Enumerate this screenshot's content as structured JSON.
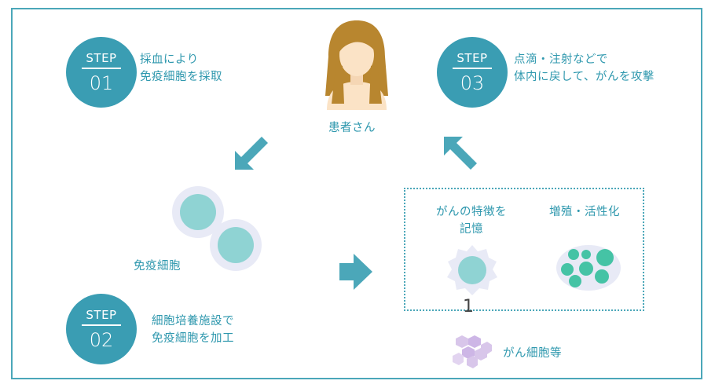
{
  "steps": [
    {
      "word": "STEP",
      "number": "01",
      "lines": [
        "採血により",
        "免疫細胞を採取"
      ]
    },
    {
      "word": "STEP",
      "number": "02",
      "lines": [
        "細胞培養施設で",
        "免疫細胞を加工"
      ]
    },
    {
      "word": "STEP",
      "number": "03",
      "lines": [
        "点滴・注射などで",
        "体内に戻して、がんを攻撃"
      ]
    }
  ],
  "patient": {
    "label": "患者さん"
  },
  "immune_cell": {
    "label": "免疫細胞"
  },
  "activated_box": {
    "left_lines": [
      "がんの特徴を",
      "記憶"
    ],
    "right_label": "増殖・活性化"
  },
  "annotation_number": "1",
  "cancer_cell": {
    "label": "がん細胞等"
  },
  "colors": {
    "brand_teal": "#3a9db3",
    "arrow_teal": "#4ba7b9",
    "cell_fill": "#8fd3d3",
    "cell_halo": "#e8eaf6",
    "activated_green": "#45c3a5",
    "cancer_purple": "#d8c6ea",
    "hair": "#b8862f",
    "skin": "#fbe3c6"
  },
  "icons": [
    "patient-icon",
    "immune-cell-icon",
    "arrow-icon",
    "memory-cell-icon",
    "activated-cells-icon",
    "cancer-cells-icon"
  ]
}
